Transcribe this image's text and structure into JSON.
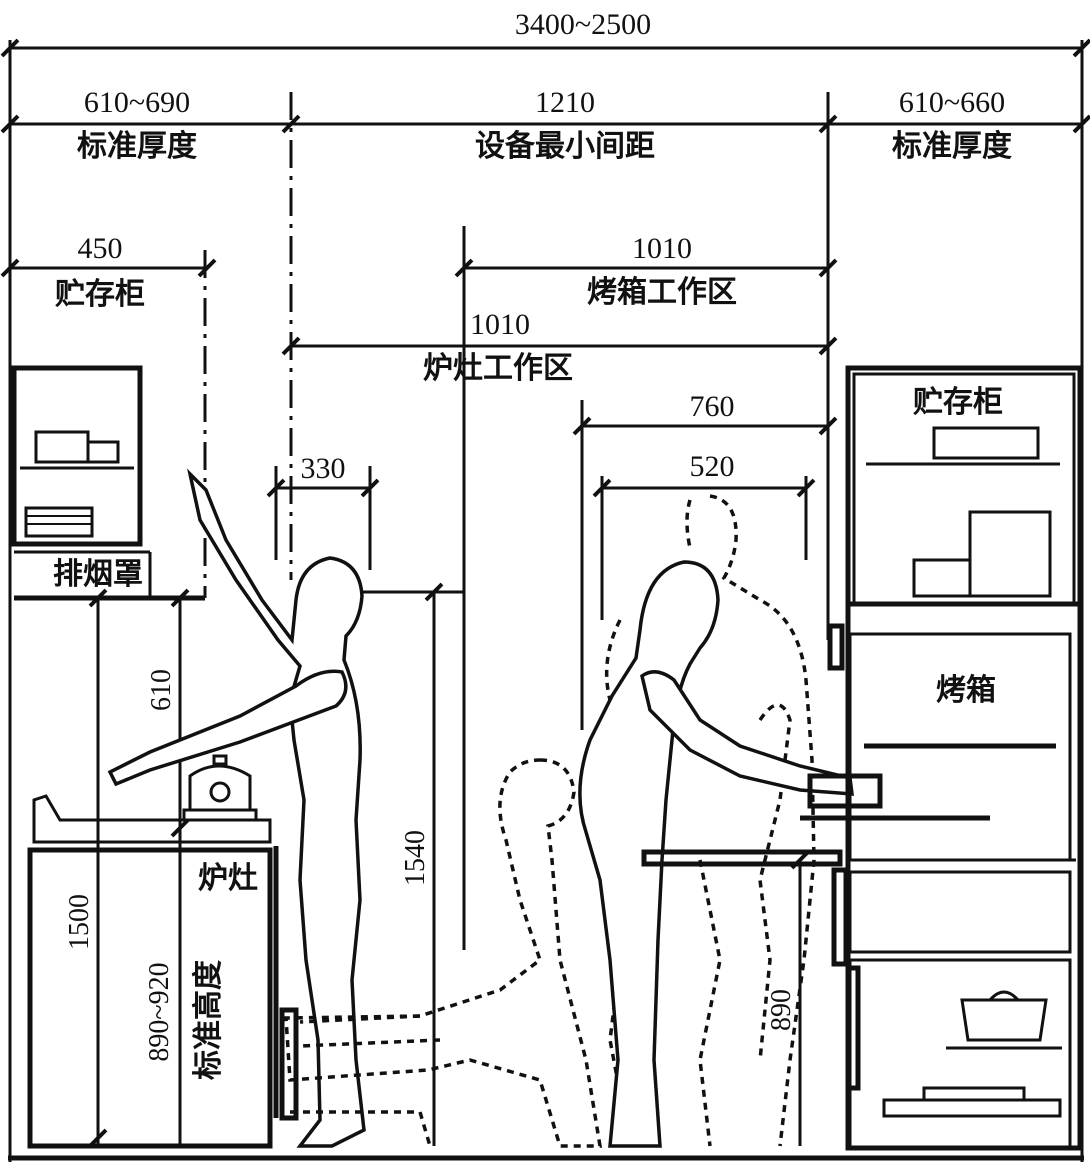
{
  "dimensions": {
    "total_width": "3400~2500",
    "left_depth": "610~690",
    "left_depth_label": "标准厚度",
    "min_clearance": "1210",
    "min_clearance_label": "设备最小间距",
    "right_depth": "610~660",
    "right_depth_label": "标准厚度",
    "storage_depth": "450",
    "storage_label": "贮存柜",
    "oven_zone_width": "1010",
    "oven_zone_label": "烤箱工作区",
    "stove_zone_width": "1010",
    "stove_zone_label": "炉灶工作区",
    "reach_330": "330",
    "oven_reach_760": "760",
    "oven_reach_520": "520",
    "hood_clearance": "610",
    "reach_height": "1540",
    "hood_height": "1500",
    "counter_height": "890",
    "counter_height_range": "890~920"
  },
  "labels": {
    "range_hood": "排烟罩",
    "stove": "炉灶",
    "standard_height": "标准高度",
    "right_storage": "贮存柜",
    "oven": "烤箱"
  }
}
